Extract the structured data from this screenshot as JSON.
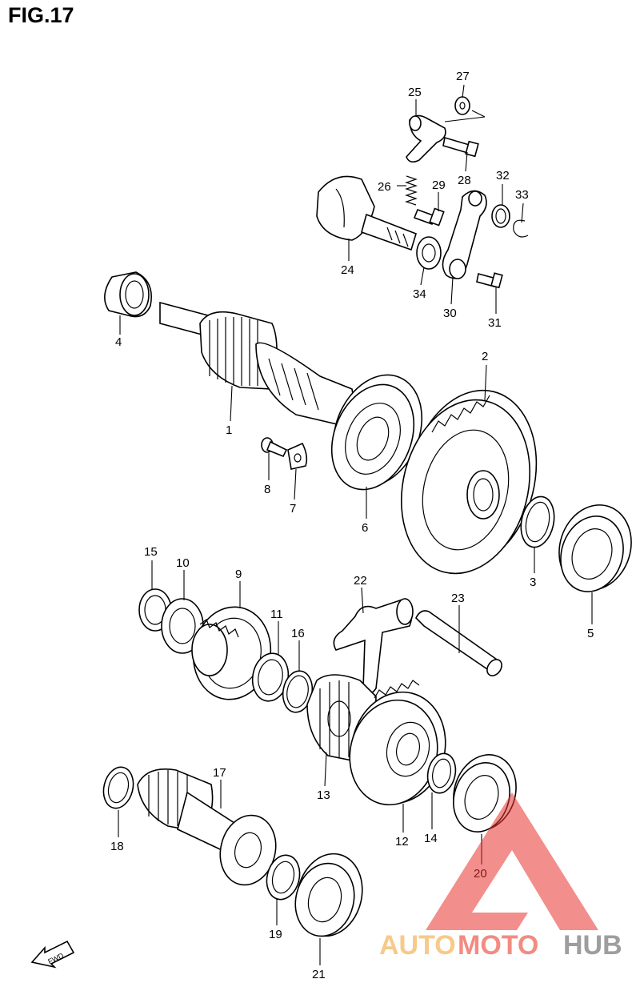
{
  "figure": {
    "title": "FIG.17"
  },
  "callouts": [
    {
      "id": "1",
      "text": "1"
    },
    {
      "id": "2",
      "text": "2"
    },
    {
      "id": "3",
      "text": "3"
    },
    {
      "id": "4",
      "text": "4"
    },
    {
      "id": "5",
      "text": "5"
    },
    {
      "id": "6",
      "text": "6"
    },
    {
      "id": "7",
      "text": "7"
    },
    {
      "id": "8",
      "text": "8"
    },
    {
      "id": "9",
      "text": "9"
    },
    {
      "id": "10",
      "text": "10"
    },
    {
      "id": "11",
      "text": "11"
    },
    {
      "id": "12",
      "text": "12"
    },
    {
      "id": "13",
      "text": "13"
    },
    {
      "id": "14",
      "text": "14"
    },
    {
      "id": "15",
      "text": "15"
    },
    {
      "id": "16",
      "text": "16"
    },
    {
      "id": "17",
      "text": "17"
    },
    {
      "id": "18",
      "text": "18"
    },
    {
      "id": "19",
      "text": "19"
    },
    {
      "id": "20",
      "text": "20"
    },
    {
      "id": "21",
      "text": "21"
    },
    {
      "id": "22",
      "text": "22"
    },
    {
      "id": "23",
      "text": "23"
    },
    {
      "id": "24",
      "text": "24"
    },
    {
      "id": "25",
      "text": "25"
    },
    {
      "id": "26",
      "text": "26"
    },
    {
      "id": "27",
      "text": "27"
    },
    {
      "id": "28",
      "text": "28"
    },
    {
      "id": "29",
      "text": "29"
    },
    {
      "id": "30",
      "text": "30"
    },
    {
      "id": "31",
      "text": "31"
    },
    {
      "id": "32",
      "text": "32"
    },
    {
      "id": "33",
      "text": "33"
    },
    {
      "id": "34",
      "text": "34"
    }
  ],
  "direction_arrow": {
    "label": "FWD",
    "icon": "fwd-arrow-icon"
  },
  "watermark": {
    "part1": "AUTO",
    "part2": "MOTO",
    "part3": "HUB",
    "color_auto": "#f7c98a",
    "color_moto": "#f28b82",
    "color_hub": "#9e9e9e",
    "logo_color": "#e8322b"
  }
}
